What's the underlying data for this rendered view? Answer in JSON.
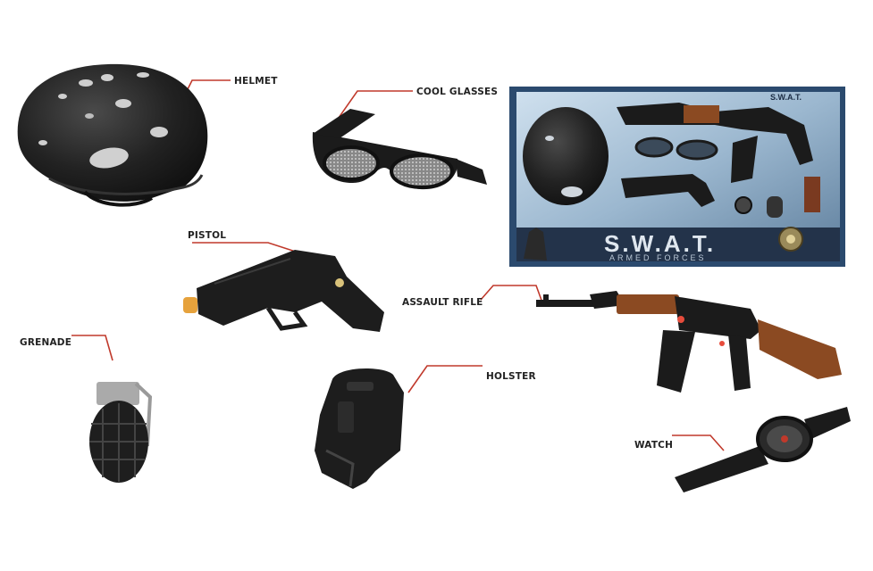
{
  "labels": {
    "helmet": "HELMET",
    "cool_glasses": "COOL GLASSES",
    "pistol": "PISTOL",
    "assault_rifle": "ASSAULT RIFLE",
    "grenade": "GRENADE",
    "holster": "HOLSTER",
    "watch": "WATCH"
  },
  "package": {
    "brand_title": "S.W.A.T.",
    "brand_subtitle": "ARMED FORCES",
    "corner_badge": "S.W.A.T."
  },
  "colors": {
    "callout_line": "#c0392b",
    "item_black": "#1c1c1c",
    "rifle_wood": "#8b4a22",
    "box_blue": "#2b4a6e"
  }
}
